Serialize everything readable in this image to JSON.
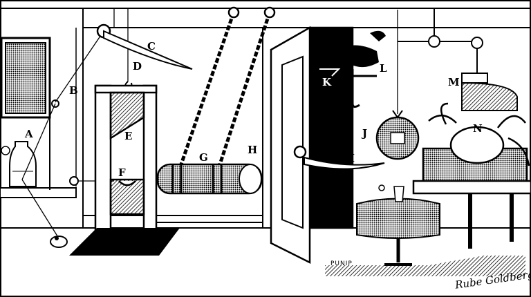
{
  "labels": {
    "a": "A",
    "b": "B",
    "c": "C",
    "d": "D",
    "e": "E",
    "f": "F",
    "g": "G",
    "h": "H",
    "i": "I",
    "j": "J",
    "k": "K",
    "l": "L",
    "m": "M",
    "n": "N"
  },
  "doormat_text": "PUNIP",
  "signature": "Rube Goldberg",
  "colors": {
    "ink": "#000000",
    "paper": "#ffffff"
  }
}
